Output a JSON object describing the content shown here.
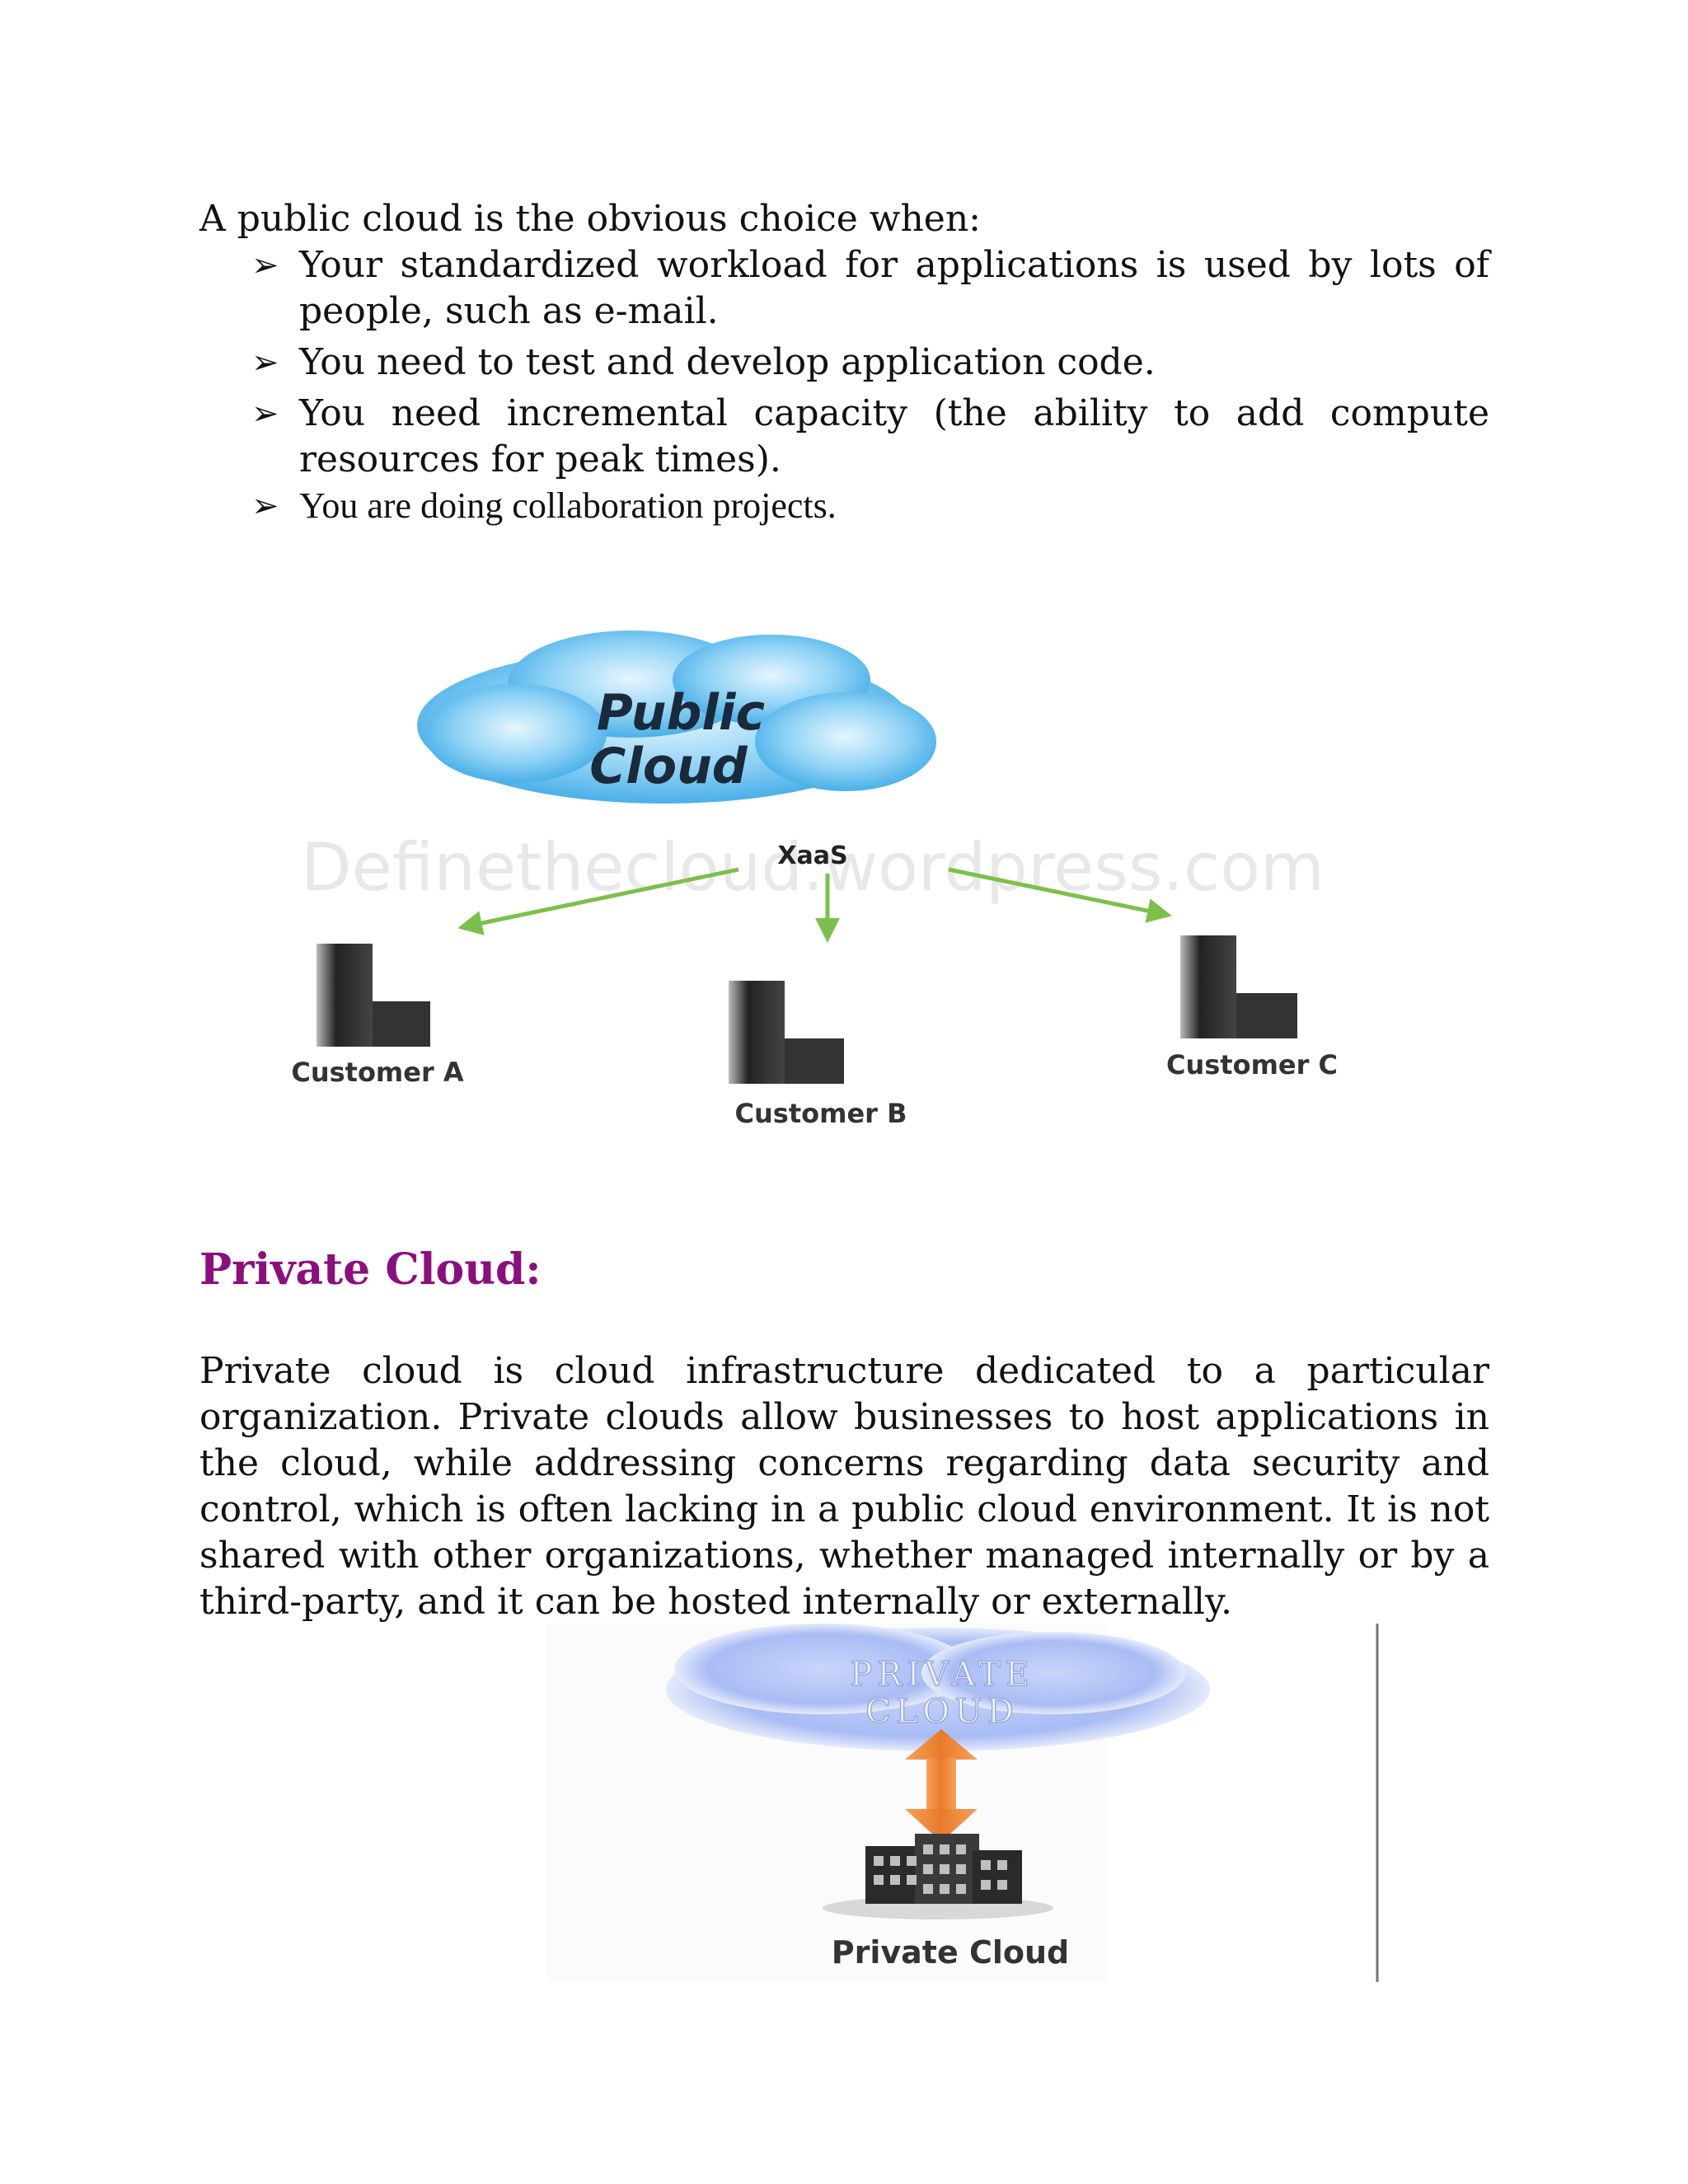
{
  "intro": "A public cloud is the obvious choice when:",
  "bullets": [
    "Your standardized workload for applications is used by lots of people, such as e-mail.",
    "You need to test and develop application code.",
    "You need incremental capacity (the ability to add compute resources for peak times).",
    "You are doing collaboration projects."
  ],
  "public_cloud_figure": {
    "cloud_label_line1": "Public",
    "cloud_label_line2": "Cloud",
    "service_label": "XaaS",
    "watermark": "Definethecloud.wordpress.com",
    "customers": [
      "Customer A",
      "Customer B",
      "Customer C"
    ]
  },
  "private_heading": "Private Cloud:",
  "private_paragraph": "Private cloud is cloud infrastructure dedicated to a particular organization. Private clouds allow businesses to host applications in the cloud, while addressing concerns regarding data security and control, which is often lacking in a public cloud environment. It is not shared with other organizations, whether managed internally or by a third-party, and it can be hosted internally or externally.",
  "private_cloud_figure": {
    "cloud_label_line1": "PRIVATE",
    "cloud_label_line2": "CLOUD",
    "caption": "Private Cloud"
  },
  "colors": {
    "heading": "#8b0f7d",
    "public_cloud": "#3aa8e6",
    "arrow_green": "#7cc04b",
    "private_cloud": "#8fa8f0",
    "arrow_orange": "#e97b2a"
  }
}
